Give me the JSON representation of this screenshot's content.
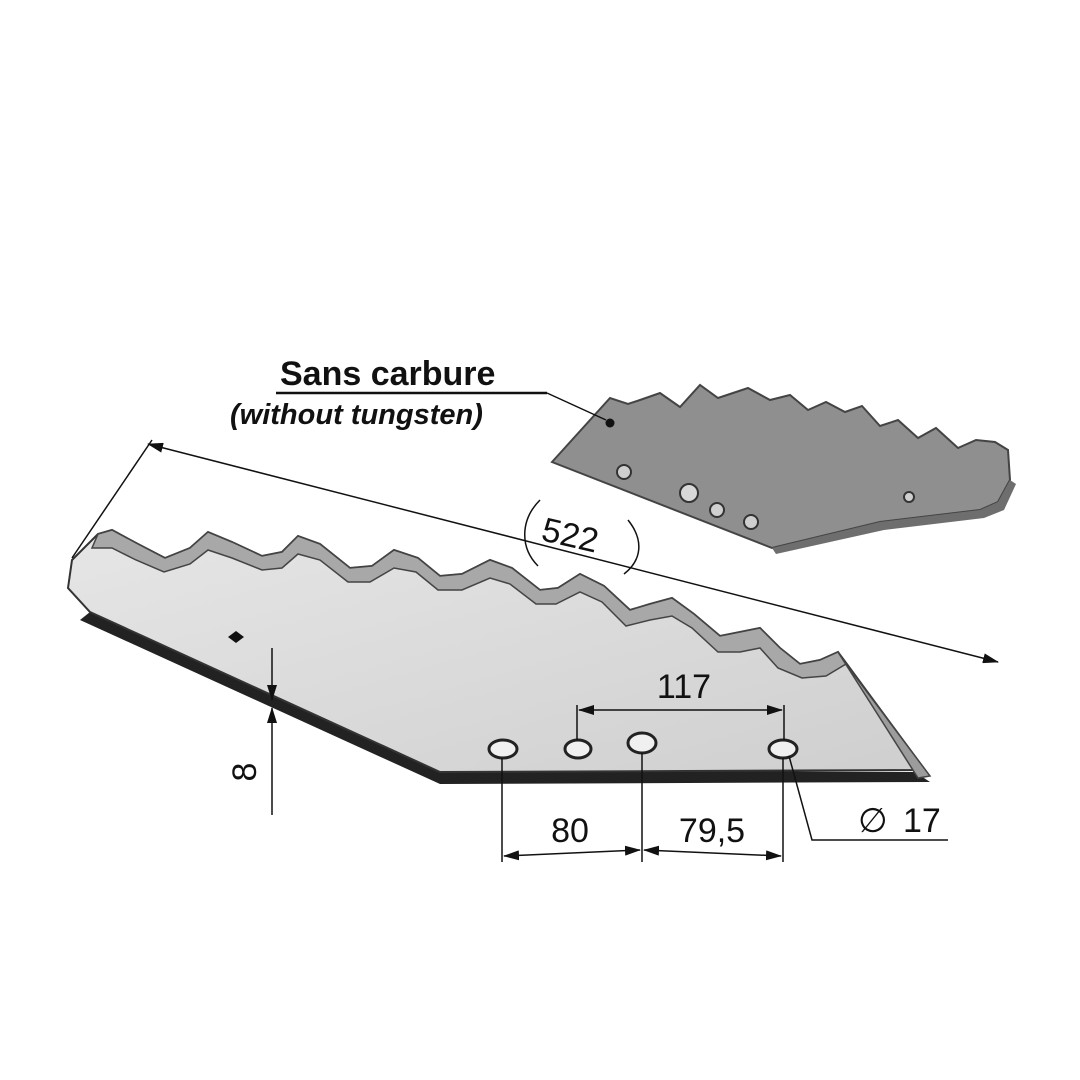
{
  "note": {
    "title": "Sans carbure",
    "subtitle": "(without tungsten)"
  },
  "dimensions": {
    "overall_length": "522",
    "thickness": "8",
    "hole_spacing_center": "117",
    "hole_spacing_left": "80",
    "hole_spacing_right": "79,5",
    "hole_diameter_value": "17",
    "hole_diameter_symbol": "∅"
  },
  "colors": {
    "blade_face": "#d9d9d9",
    "blade_edge": "#a9a9a9",
    "variant_face": "#8c8c8c",
    "line": "#111111"
  }
}
